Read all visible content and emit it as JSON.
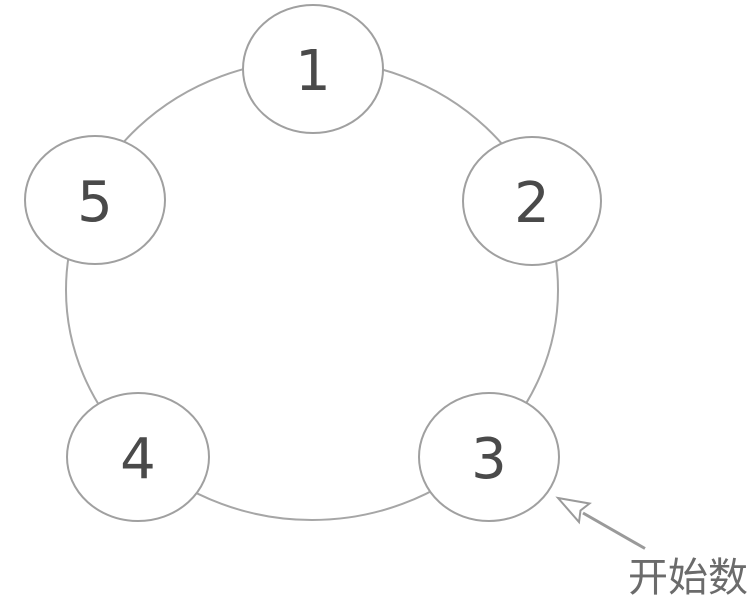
{
  "figure": {
    "type": "ring-diagram",
    "description_label": "circle of numbered nodes",
    "background_color": "#ffffff",
    "ring_stroke_color": "#a6a6a6",
    "node_stroke_color": "#a0a0a0",
    "node_fill_color": "#ffffff",
    "number_color": "#4a4a4a",
    "arrow_color": "#9a9a9a",
    "annotation_color": "#6b6b6b",
    "nodes": [
      {
        "label": "1"
      },
      {
        "label": "2"
      },
      {
        "label": "3"
      },
      {
        "label": "4"
      },
      {
        "label": "5"
      }
    ],
    "arrow": {
      "points_to_node": "3"
    },
    "annotation": {
      "text": "开始数"
    }
  }
}
